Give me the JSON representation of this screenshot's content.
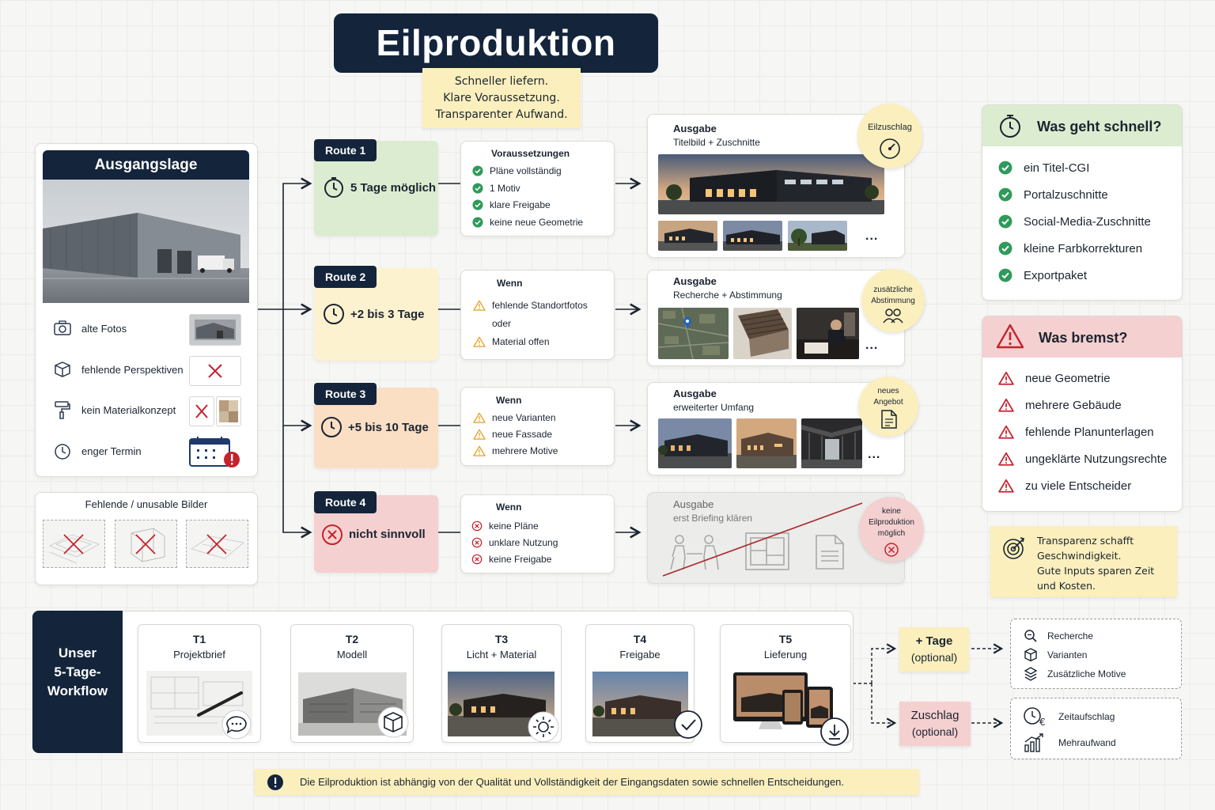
{
  "title": "Eilproduktion",
  "title_note": [
    "Schneller liefern.",
    "Klare Voraussetzung.",
    "Transparenter Aufwand."
  ],
  "ausgangslage": {
    "heading": "Ausgangslage",
    "rows": [
      {
        "label": "alte Fotos",
        "icon": "camera-icon"
      },
      {
        "label": "fehlende Perspektiven",
        "icon": "cube-icon"
      },
      {
        "label": "kein Materialkonzept",
        "icon": "paint-roller-icon"
      },
      {
        "label": "enger Termin",
        "icon": "clock-icon"
      }
    ],
    "missing_title": "Fehlende / unusable Bilder"
  },
  "routes": [
    {
      "tag": "Route 1",
      "label": "5 Tage möglich",
      "icon": "stopwatch-icon",
      "color": "#dcecd0",
      "cond_title": "Voraussetzungen",
      "cond_icon": "check",
      "conds": [
        "Pläne vollständig",
        "1 Motiv",
        "klare Freigabe",
        "keine neue Geometrie"
      ],
      "out_title": "Ausgabe",
      "out_sub": "Titelbild + Zuschnitte",
      "badge": "Eilzuschlag",
      "badge_icon": "gauge-icon",
      "badge_color": "#fbefbd",
      "more": "..."
    },
    {
      "tag": "Route 2",
      "label": "+2 bis 3 Tage",
      "icon": "clock-icon",
      "color": "#fcf2cf",
      "cond_title": "Wenn",
      "cond_icon": "warn",
      "conds": [
        "fehlende Standortfotos",
        "oder",
        "Material offen"
      ],
      "out_title": "Ausgabe",
      "out_sub": "Recherche + Abstimmung",
      "badge": "zusätzliche Abstimmung",
      "badge_icon": "people-icon",
      "badge_color": "#fbefbd",
      "more": "..."
    },
    {
      "tag": "Route 3",
      "label": "+5 bis 10 Tage",
      "icon": "clock-icon",
      "color": "#fadfc4",
      "cond_title": "Wenn",
      "cond_icon": "warn",
      "conds": [
        "neue Varianten",
        "neue Fassade",
        "mehrere Motive"
      ],
      "out_title": "Ausgabe",
      "out_sub": "erweiterter Umfang",
      "badge": "neues Angebot",
      "badge_icon": "document-icon",
      "badge_color": "#fbefbd",
      "more": "..."
    },
    {
      "tag": "Route 4",
      "label": "nicht sinnvoll",
      "icon": "x-circle-icon",
      "color": "#f5d0d0",
      "cond_title": "Wenn",
      "cond_icon": "x",
      "conds": [
        "keine Pläne",
        "unklare Nutzung",
        "keine Freigabe"
      ],
      "out_title": "Ausgabe",
      "out_sub": "erst Briefing klären",
      "badge": "keine Eilproduktion möglich",
      "badge_icon": "x-circle-icon",
      "badge_color": "#f5d0d0",
      "more": ""
    }
  ],
  "fast": {
    "heading": "Was geht schnell?",
    "items": [
      "ein Titel-CGI",
      "Portalzuschnitte",
      "Social-Media-Zuschnitte",
      "kleine Farbkorrekturen",
      "Exportpaket"
    ]
  },
  "slow": {
    "heading": "Was bremst?",
    "items": [
      "neue Geometrie",
      "mehrere Gebäude",
      "fehlende Planunterlagen",
      "ungeklärte Nutzungsrechte",
      "zu viele Entscheider"
    ]
  },
  "transparency_note": [
    "Transparenz schafft",
    "Geschwindigkeit.",
    "Gute Inputs sparen Zeit",
    "und Kosten."
  ],
  "workflow": {
    "heading": [
      "Unser",
      "5-Tage-",
      "Workflow"
    ],
    "steps": [
      {
        "t": "T1",
        "label": "Projektbrief",
        "icon": "chat-icon"
      },
      {
        "t": "T2",
        "label": "Modell",
        "icon": "cube-icon"
      },
      {
        "t": "T3",
        "label": "Licht + Material",
        "icon": "sun-icon"
      },
      {
        "t": "T4",
        "label": "Freigabe",
        "icon": "check-circle-icon"
      },
      {
        "t": "T5",
        "label": "Lieferung",
        "icon": "download-icon"
      }
    ],
    "plus_days": [
      "+ Tage",
      "(optional)"
    ],
    "surcharge": [
      "Zuschlag",
      "(optional)"
    ],
    "extras_days": [
      "Recherche",
      "Varianten",
      "Zusätzliche Motive"
    ],
    "extras_cost": [
      "Zeitaufschlag",
      "Mehraufwand"
    ]
  },
  "footer_note": "Die Eilproduktion ist abhängig von der Qualität und Vollständigkeit der Eingangsdaten sowie schnellen Entscheidungen.",
  "colors": {
    "navy": "#13243b",
    "green": "#2f9a5a",
    "amber": "#e8a020",
    "red": "#c4232c"
  }
}
